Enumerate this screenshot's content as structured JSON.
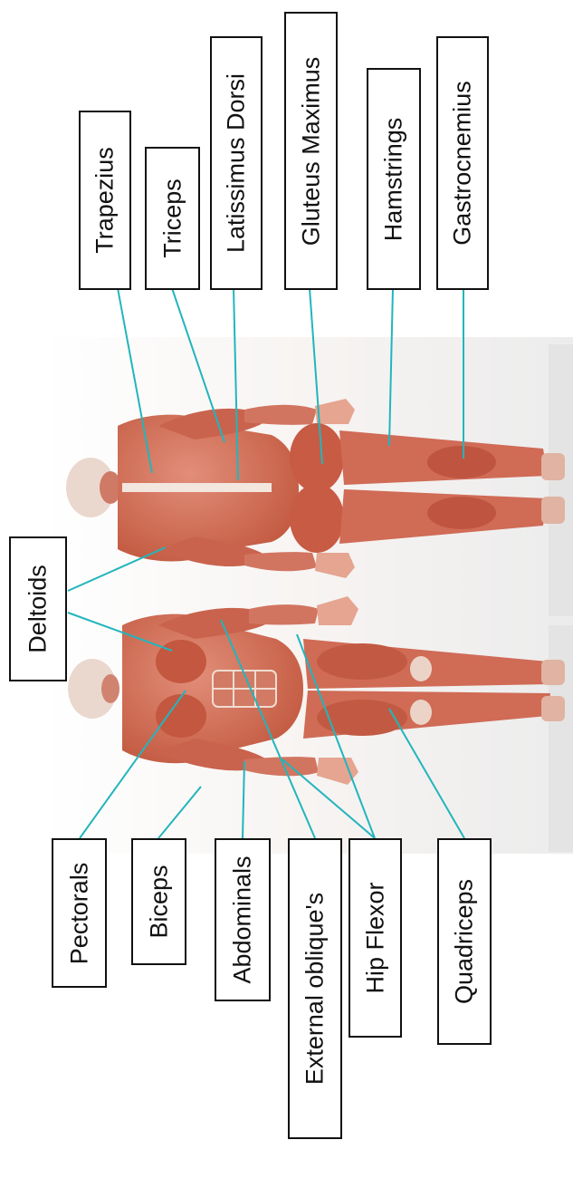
{
  "diagram": {
    "colors": {
      "leader_line": "#22b5bd",
      "muscle": "#cf6a55",
      "muscle_dark": "#b24a3a",
      "muscle_light": "#e4907b",
      "tendon": "#eddcd2",
      "floor": "#e3e3e3"
    },
    "posterior_labels": {
      "trapezius": "Trapezius",
      "triceps": "Triceps",
      "latissimus_dorsi": "Latissimus Dorsi",
      "gluteus_maximus": "Gluteus Maximus",
      "hamstrings": "Hamstrings",
      "gastrocnemius": "Gastrocnemius"
    },
    "shared_labels": {
      "deltoids": "Deltoids"
    },
    "anterior_labels": {
      "pectorals": "Pectorals",
      "biceps": "Biceps",
      "abdominals": "Abdominals",
      "external_obliques": "External  oblique's",
      "hip_flexor": "Hip Flexor",
      "quadriceps": "Quadriceps"
    }
  }
}
